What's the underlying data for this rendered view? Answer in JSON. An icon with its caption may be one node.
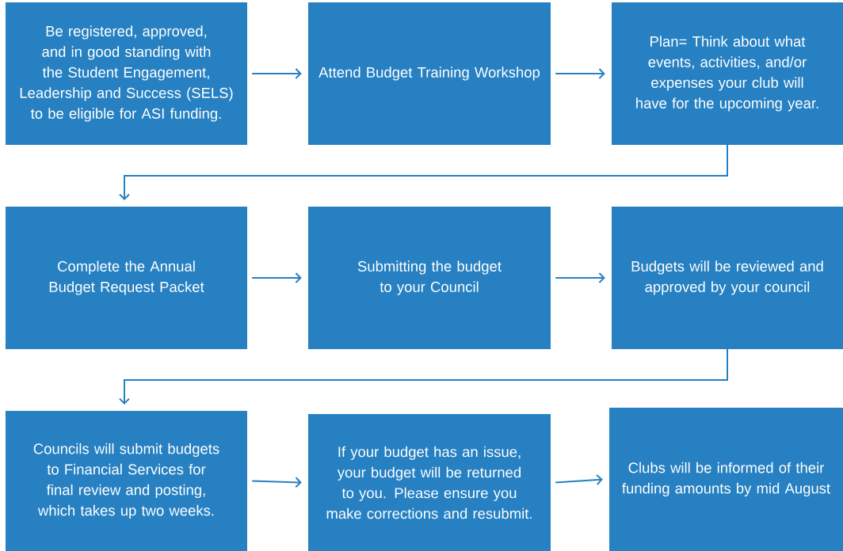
{
  "diagram": {
    "nodes": [
      {
        "text": [
          "Be registered, approved, and in good standing with the Student Engagement, Leadership and Success (SELS) to be eligible for ASI funding."
        ]
      },
      {
        "text": [
          "Attend Budget Training Workshop"
        ]
      },
      {
        "text": [
          "Plan= Think about what events, activities, and/or expenses your club will have for the upcoming year."
        ]
      },
      {
        "text": [
          "Complete the Annual Budget Request Packet"
        ]
      },
      {
        "text": [
          "Submitting the budget to your Council"
        ]
      },
      {
        "text": [
          "Budgets will be reviewed and approved by your council"
        ]
      },
      {
        "text": [
          "Councils will submit budgets to Financial Services for final review and posting, which takes up two weeks."
        ]
      },
      {
        "text": [
          "If your budget has an issue, your budget will be returned to you. Please ensure you make corrections and resubmit."
        ]
      },
      {
        "text": [
          "Clubs will be informed of their funding amounts by mid August"
        ]
      }
    ],
    "edges": [
      {
        "from": 0,
        "to": 1,
        "arrow": "to"
      },
      {
        "from": 1,
        "to": 2,
        "arrow": "to"
      },
      {
        "from": 2,
        "to": 3,
        "arrow": "to"
      },
      {
        "from": 3,
        "to": 4,
        "arrow": "to"
      },
      {
        "from": 4,
        "to": 5,
        "arrow": "to"
      },
      {
        "from": 5,
        "to": 6,
        "arrow": "to"
      },
      {
        "from": 6,
        "to": 7,
        "arrow": "to"
      },
      {
        "from": 7,
        "to": 8,
        "arrow": "to"
      }
    ]
  }
}
